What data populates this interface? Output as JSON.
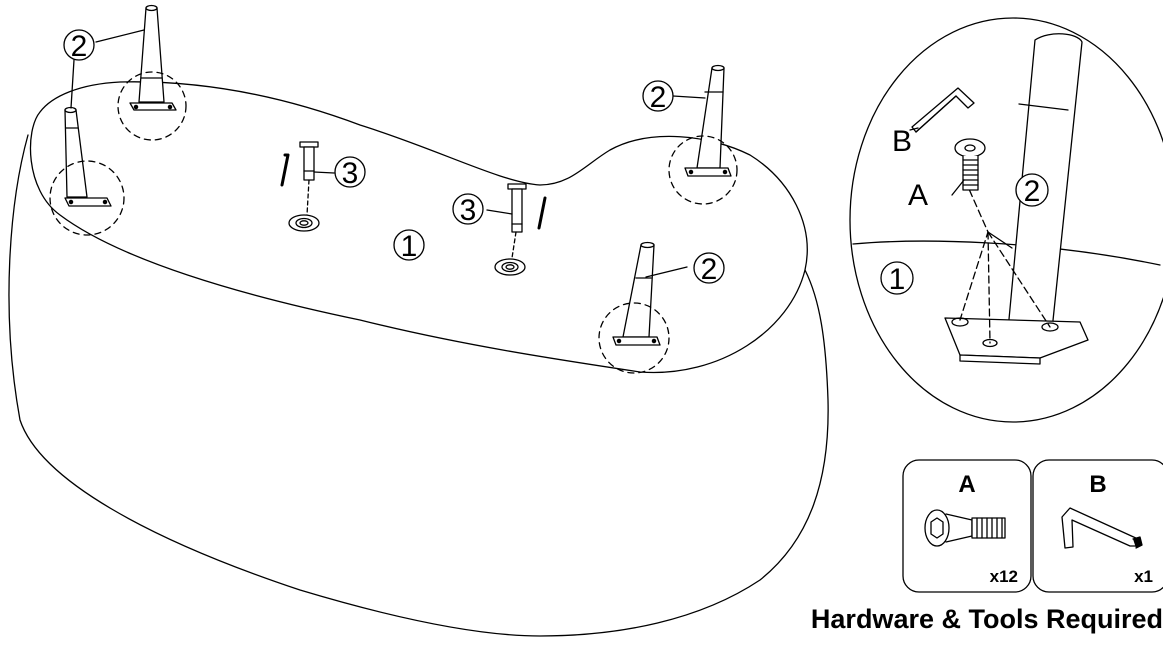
{
  "diagram": {
    "part_labels": {
      "seat": "1",
      "leg": "2",
      "dowel": "3"
    },
    "detail": {
      "screw_label": "A",
      "key_label": "B",
      "leg_label": "2",
      "seat_label": "1"
    },
    "hardware": {
      "caption": "Hardware & Tools Required",
      "items": [
        {
          "letter": "A",
          "qty": "x12",
          "icon": "bolt-icon"
        },
        {
          "letter": "B",
          "qty": "x1",
          "icon": "allen-key-icon"
        }
      ]
    }
  }
}
